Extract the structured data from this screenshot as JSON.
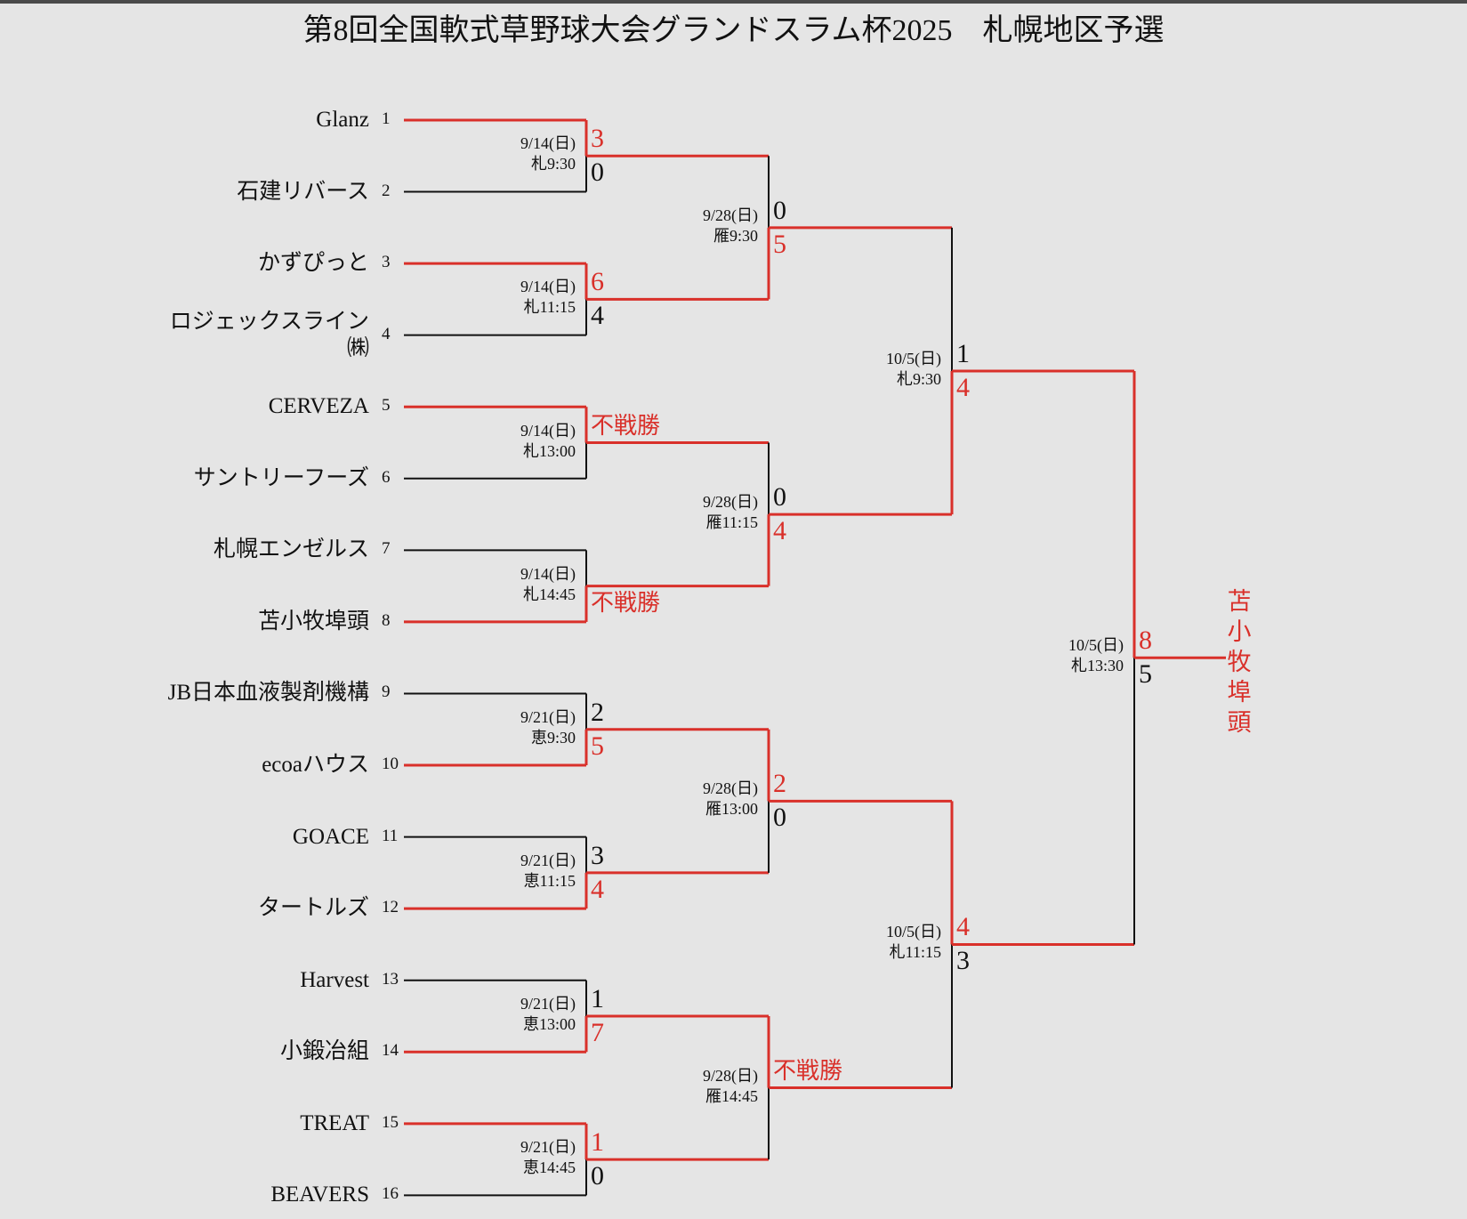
{
  "title": "第8回全国軟式草野球大会グランドスラム杯2025　札幌地区予選",
  "colors": {
    "winner": "#d9302a",
    "loser": "#111111",
    "background": "#e5e5e5"
  },
  "teams": [
    {
      "seed": "1",
      "name": "Glanz"
    },
    {
      "seed": "2",
      "name": "石建リバース"
    },
    {
      "seed": "3",
      "name": "かずぴっと"
    },
    {
      "seed": "4",
      "name": "ロジェックスライン㈱"
    },
    {
      "seed": "5",
      "name": "CERVEZA"
    },
    {
      "seed": "6",
      "name": "サントリーフーズ"
    },
    {
      "seed": "7",
      "name": "札幌エンゼルス"
    },
    {
      "seed": "8",
      "name": "苫小牧埠頭"
    },
    {
      "seed": "9",
      "name": "JB日本血液製剤機構"
    },
    {
      "seed": "10",
      "name": "ecoaハウス"
    },
    {
      "seed": "11",
      "name": "GOACE"
    },
    {
      "seed": "12",
      "name": "タートルズ"
    },
    {
      "seed": "13",
      "name": "Harvest"
    },
    {
      "seed": "14",
      "name": "小鍛冶組"
    },
    {
      "seed": "15",
      "name": "TREAT"
    },
    {
      "seed": "16",
      "name": "BEAVERS"
    }
  ],
  "rounds": [
    [
      {
        "date": "9/14(日)",
        "time": "札9:30",
        "top": "3",
        "bottom": "0",
        "winner": "top"
      },
      {
        "date": "9/14(日)",
        "time": "札11:15",
        "top": "6",
        "bottom": "4",
        "winner": "top"
      },
      {
        "date": "9/14(日)",
        "time": "札13:00",
        "top": "不戦勝",
        "bottom": "",
        "winner": "top"
      },
      {
        "date": "9/14(日)",
        "time": "札14:45",
        "top": "",
        "bottom": "不戦勝",
        "winner": "bottom"
      },
      {
        "date": "9/21(日)",
        "time": "恵9:30",
        "top": "2",
        "bottom": "5",
        "winner": "bottom"
      },
      {
        "date": "9/21(日)",
        "time": "恵11:15",
        "top": "3",
        "bottom": "4",
        "winner": "bottom"
      },
      {
        "date": "9/21(日)",
        "time": "恵13:00",
        "top": "1",
        "bottom": "7",
        "winner": "bottom"
      },
      {
        "date": "9/21(日)",
        "time": "恵14:45",
        "top": "1",
        "bottom": "0",
        "winner": "top"
      }
    ],
    [
      {
        "date": "9/28(日)",
        "time": "雁9:30",
        "top": "0",
        "bottom": "5",
        "winner": "bottom"
      },
      {
        "date": "9/28(日)",
        "time": "雁11:15",
        "top": "0",
        "bottom": "4",
        "winner": "bottom"
      },
      {
        "date": "9/28(日)",
        "time": "雁13:00",
        "top": "2",
        "bottom": "0",
        "winner": "top"
      },
      {
        "date": "9/28(日)",
        "time": "雁14:45",
        "top": "不戦勝",
        "bottom": "",
        "winner": "top"
      }
    ],
    [
      {
        "date": "10/5(日)",
        "time": "札9:30",
        "top": "1",
        "bottom": "4",
        "winner": "bottom"
      },
      {
        "date": "10/5(日)",
        "time": "札11:15",
        "top": "4",
        "bottom": "3",
        "winner": "top"
      }
    ],
    [
      {
        "date": "10/5(日)",
        "time": "札13:30",
        "top": "8",
        "bottom": "5",
        "winner": "top"
      }
    ]
  ],
  "champion": "苫小牧埠頭"
}
